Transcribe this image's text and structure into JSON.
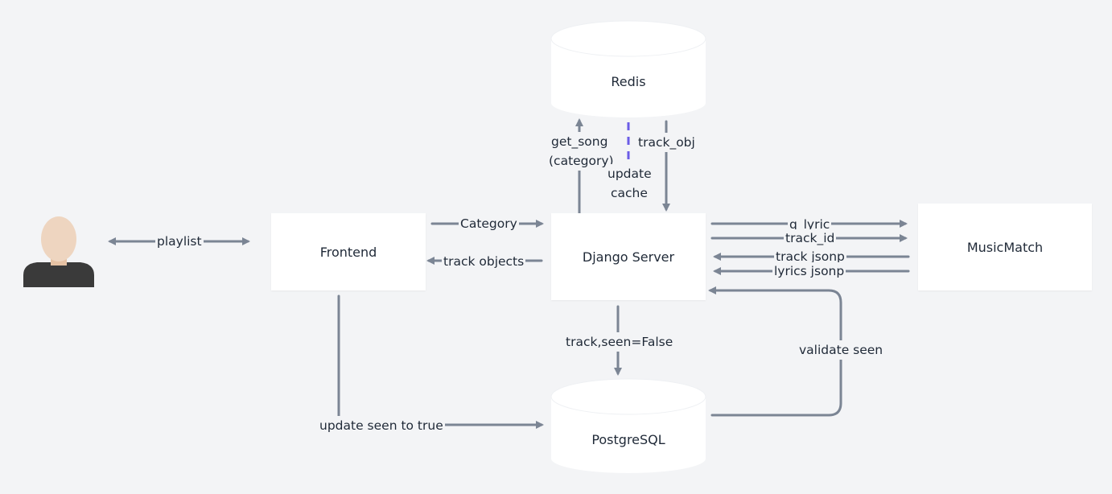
{
  "nodes": {
    "frontend": "Frontend",
    "django": "Django Server",
    "musicmatch": "MusicMatch",
    "redis": "Redis",
    "postgres": "PostgreSQL"
  },
  "edges": {
    "playlist": "playlist",
    "category": "Category",
    "track_objects": "track objects",
    "get_song": "get_song\n(category)",
    "get_song_line1": "get_song",
    "get_song_line2": "(category)",
    "update_cache_line1": "update",
    "update_cache_line2": "cache",
    "track_obj": "track_obj",
    "q_lyric": "q_lyric",
    "track_id": "track_id",
    "track_jsonp": "track jsonp",
    "lyrics_jsonp": "lyrics jsonp",
    "track_seen_false": "track,seen=False",
    "validate_seen": "validate seen",
    "update_seen_true": "update seen to true"
  },
  "colors": {
    "background": "#f3f4f6",
    "node_fill": "#ffffff",
    "arrow": "#7b8594",
    "dashed_accent": "#6b5ce7",
    "text": "#1f2937"
  },
  "icons": {
    "user": "user-avatar-icon"
  }
}
